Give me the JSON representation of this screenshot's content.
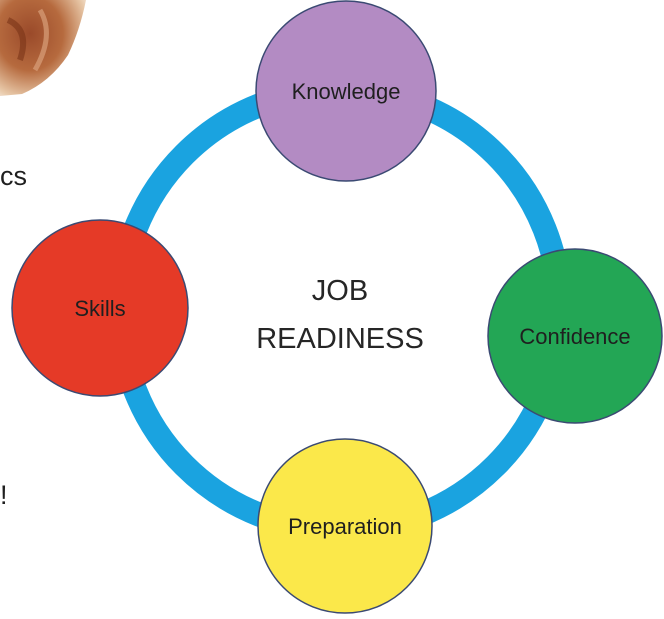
{
  "diagram": {
    "center_lines": [
      "JOB",
      "READINESS"
    ],
    "nodes": [
      {
        "id": "knowledge",
        "label": "Knowledge",
        "color": "#b38bc3"
      },
      {
        "id": "confidence",
        "label": "Confidence",
        "color": "#23a655"
      },
      {
        "id": "preparation",
        "label": "Preparation",
        "color": "#fbe84a"
      },
      {
        "id": "skills",
        "label": "Skills",
        "color": "#e53a27"
      }
    ],
    "ring_color": "#1aa3e0",
    "node_stroke_color": "#3b4a73"
  },
  "clipped_text": [
    {
      "text": "cs"
    },
    {
      "text": "!"
    }
  ]
}
